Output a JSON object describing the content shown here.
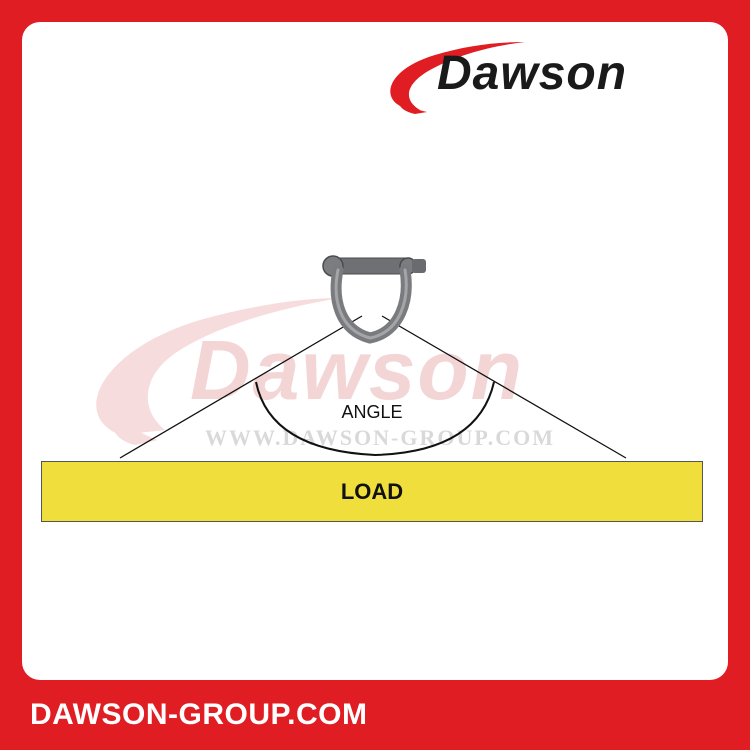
{
  "brand": {
    "logo_text": "Dawson",
    "watermark_text": "Dawson",
    "watermark_url": "WWW.DAWSON-GROUP.COM",
    "footer_text": "DAWSON-GROUP.COM",
    "brand_red": "#e01d22"
  },
  "diagram": {
    "angle_label": "ANGLE",
    "load_label": "LOAD",
    "shackle_icon": "shackle-icon",
    "load_color": "#f0de3c"
  }
}
